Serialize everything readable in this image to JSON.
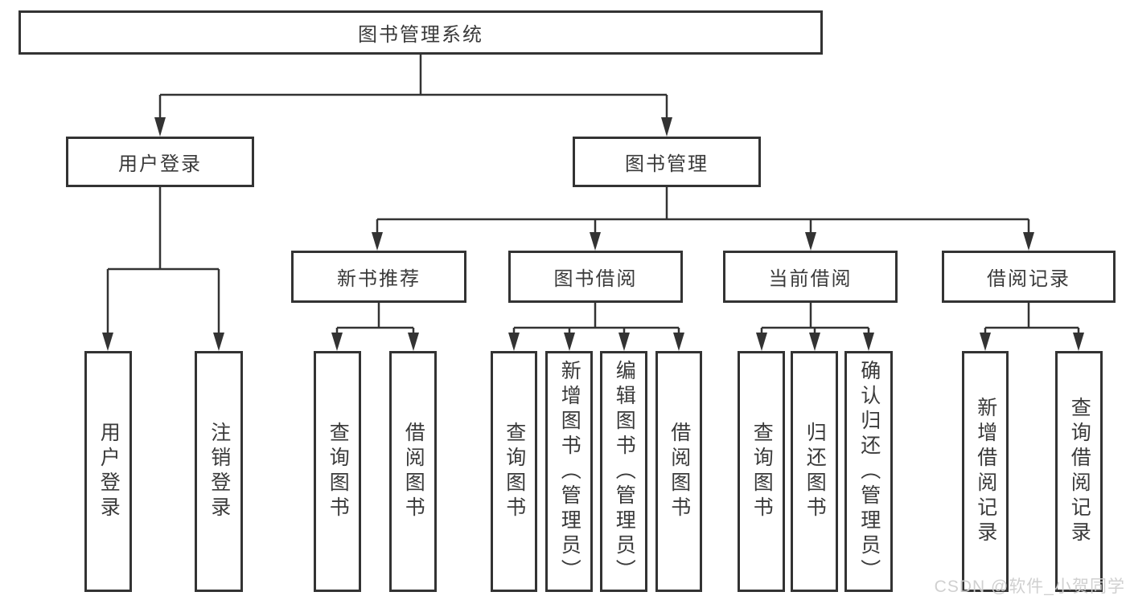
{
  "diagram": {
    "root": {
      "label": "图书管理系统"
    },
    "level2": [
      {
        "label": "用户登录",
        "children": [
          "用户登录",
          "注销登录"
        ]
      },
      {
        "label": "图书管理"
      }
    ],
    "level3": [
      {
        "label": "新书推荐",
        "children": [
          "查询图书",
          "借阅图书"
        ]
      },
      {
        "label": "图书借阅",
        "children": [
          "查询图书",
          "新增图书（管理员）",
          "编辑图书（管理员）",
          "借阅图书"
        ]
      },
      {
        "label": "当前借阅",
        "children": [
          "查询图书",
          "归还图书",
          "确认归还（管理员）"
        ]
      },
      {
        "label": "借阅记录",
        "children": [
          "新增借阅记录",
          "查询借阅记录"
        ]
      }
    ]
  },
  "watermark": {
    "text": "CSDN @软件_小贺同学"
  },
  "colors": {
    "line": "#333333",
    "box_border": "#333333",
    "box_fill": "#ffffff",
    "text": "#3a3a3a",
    "watermark": "#cdcdcd"
  }
}
